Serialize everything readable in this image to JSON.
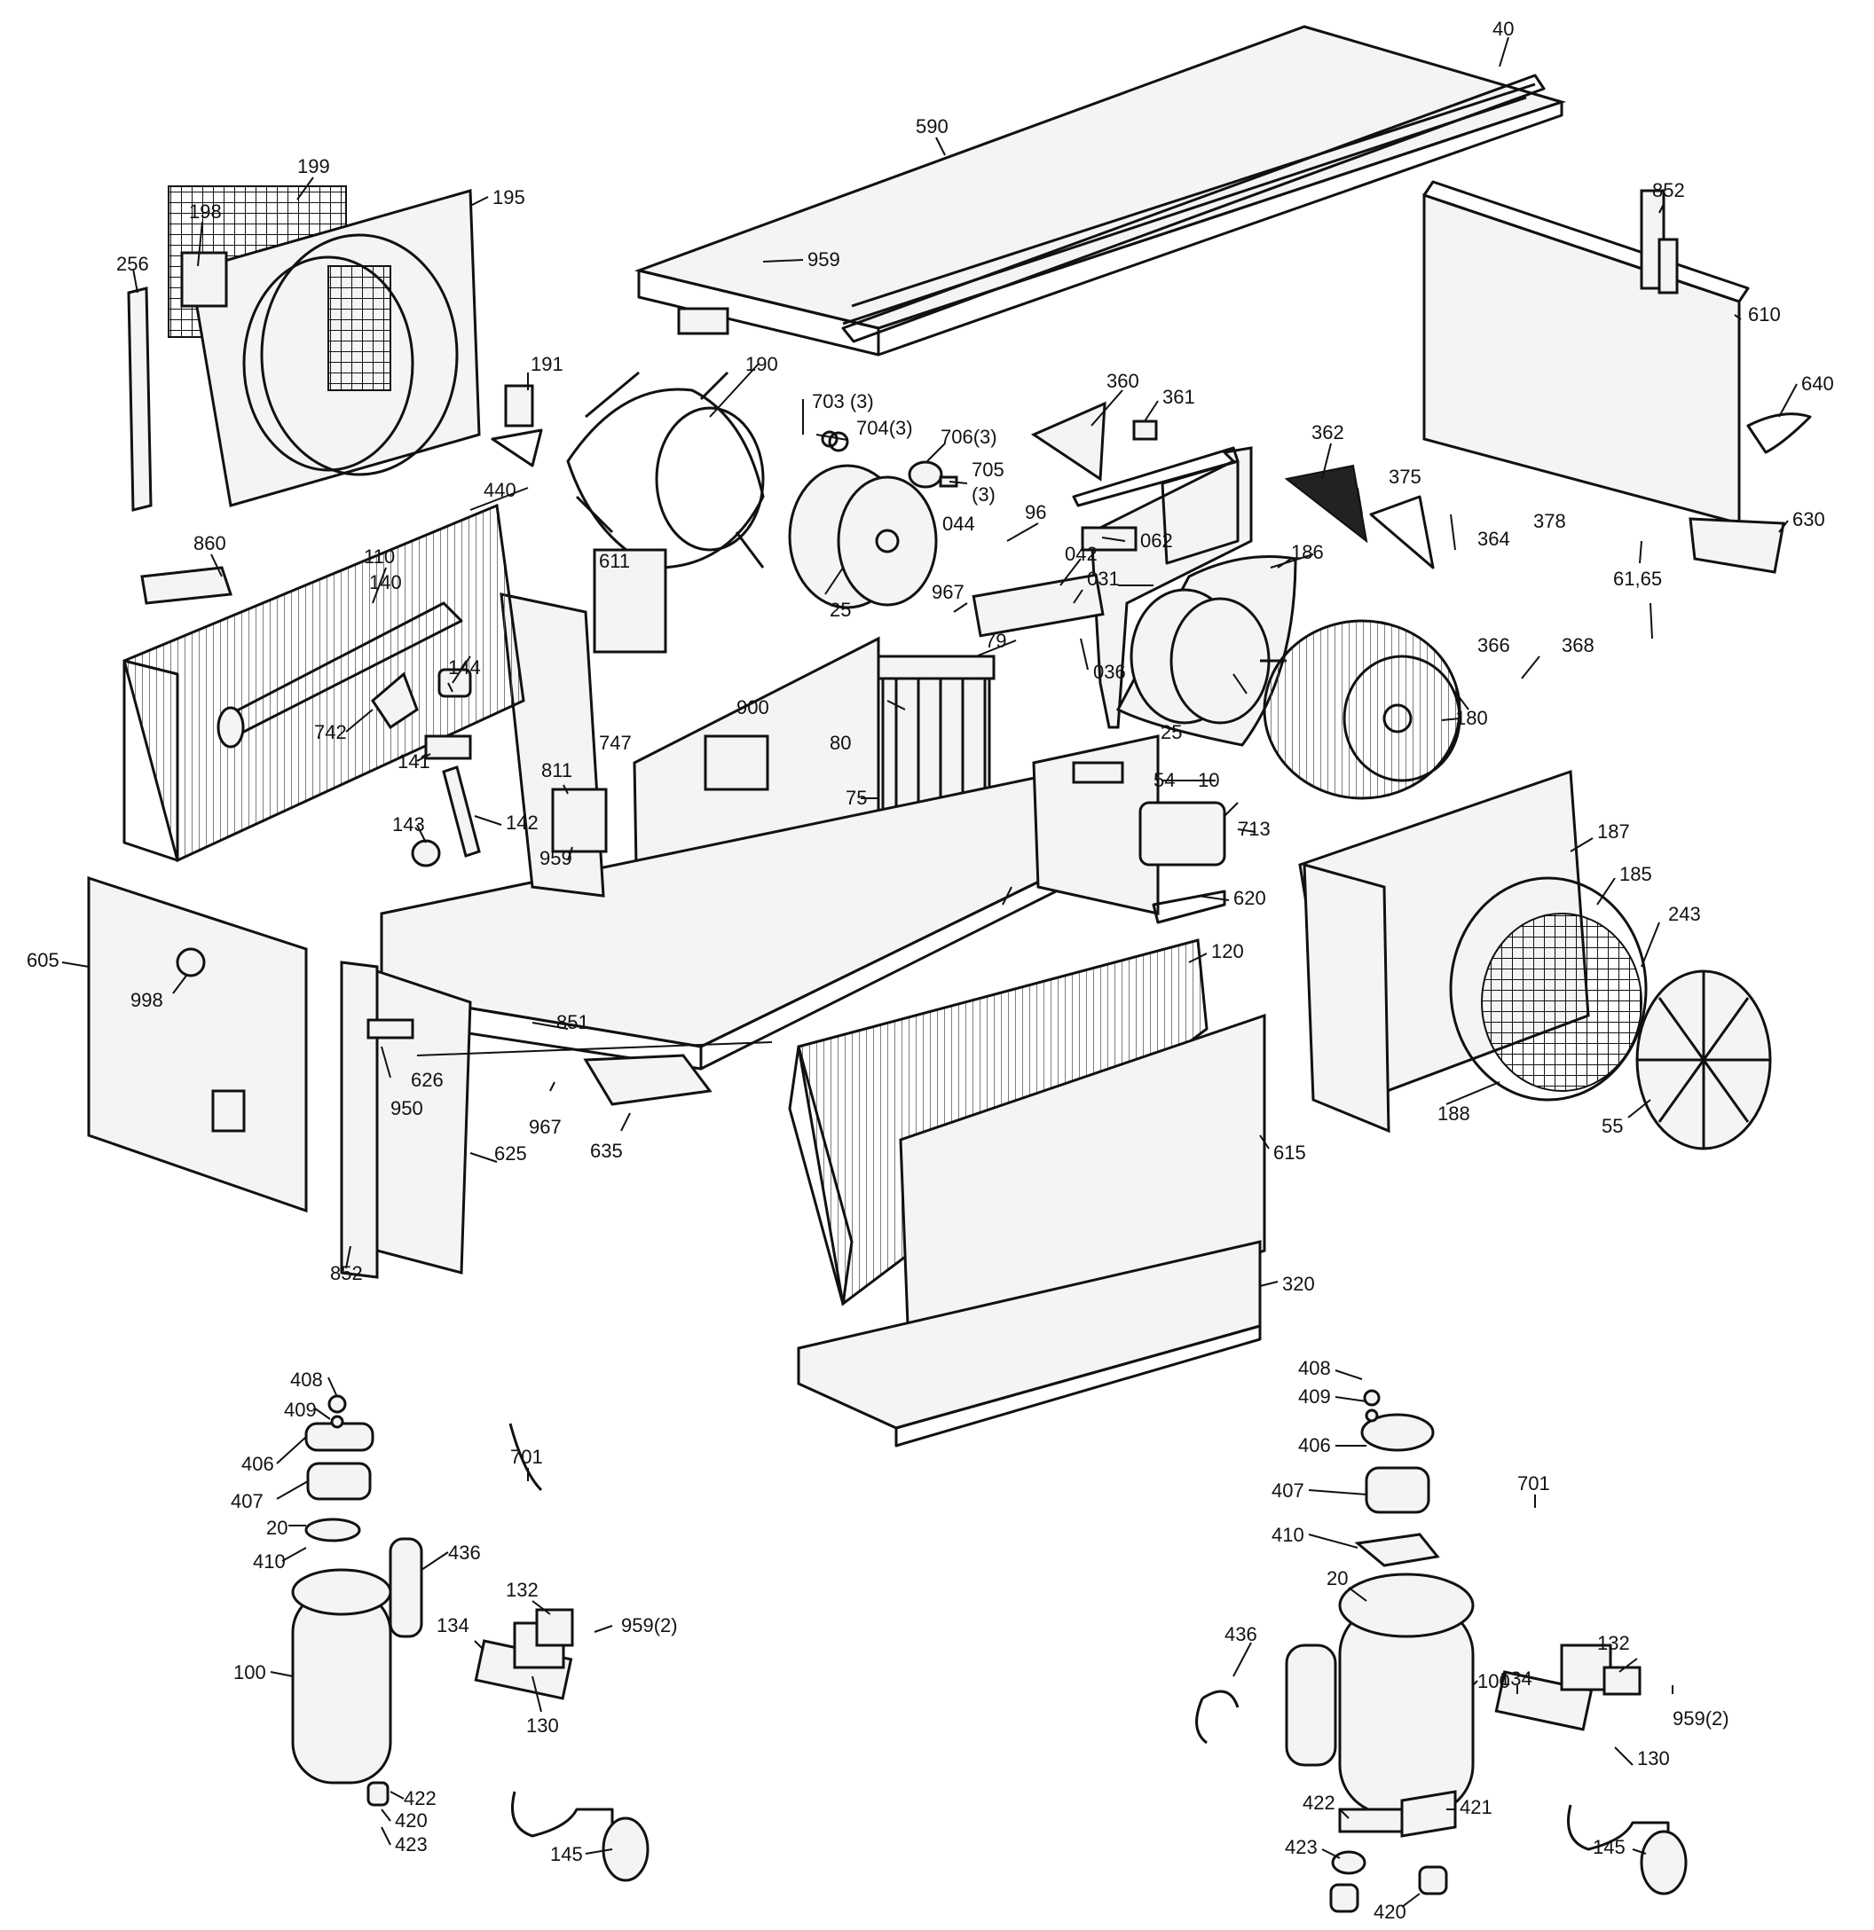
{
  "callouts": [
    {
      "id": "40",
      "text": "40"
    },
    {
      "id": "590",
      "text": "590"
    },
    {
      "id": "959a",
      "text": "959"
    },
    {
      "id": "199",
      "text": "199"
    },
    {
      "id": "198",
      "text": "198"
    },
    {
      "id": "195",
      "text": "195"
    },
    {
      "id": "256",
      "text": "256"
    },
    {
      "id": "191",
      "text": "191"
    },
    {
      "id": "190",
      "text": "190"
    },
    {
      "id": "703",
      "text": "703 (3)"
    },
    {
      "id": "704",
      "text": "704(3)"
    },
    {
      "id": "706",
      "text": "706(3)"
    },
    {
      "id": "705",
      "text": "705"
    },
    {
      "id": "705q",
      "text": "(3)"
    },
    {
      "id": "360",
      "text": "360"
    },
    {
      "id": "361",
      "text": "361"
    },
    {
      "id": "362",
      "text": "362"
    },
    {
      "id": "852a",
      "text": "852"
    },
    {
      "id": "610",
      "text": "610"
    },
    {
      "id": "640",
      "text": "640"
    },
    {
      "id": "630",
      "text": "630"
    },
    {
      "id": "440",
      "text": "440"
    },
    {
      "id": "110",
      "text": "110"
    },
    {
      "id": "860",
      "text": "860"
    },
    {
      "id": "140",
      "text": "140"
    },
    {
      "id": "144",
      "text": "144"
    },
    {
      "id": "742",
      "text": "742"
    },
    {
      "id": "141",
      "text": "141"
    },
    {
      "id": "143",
      "text": "143"
    },
    {
      "id": "142",
      "text": "142"
    },
    {
      "id": "611",
      "text": "611"
    },
    {
      "id": "25a",
      "text": "25"
    },
    {
      "id": "96",
      "text": "96"
    },
    {
      "id": "044",
      "text": "044"
    },
    {
      "id": "062",
      "text": "062"
    },
    {
      "id": "042",
      "text": "042"
    },
    {
      "id": "031",
      "text": "031"
    },
    {
      "id": "036",
      "text": "036"
    },
    {
      "id": "967a",
      "text": "967"
    },
    {
      "id": "79",
      "text": "79"
    },
    {
      "id": "186",
      "text": "186"
    },
    {
      "id": "375",
      "text": "375"
    },
    {
      "id": "364",
      "text": "364"
    },
    {
      "id": "378",
      "text": "378"
    },
    {
      "id": "366",
      "text": "366"
    },
    {
      "id": "368",
      "text": "368"
    },
    {
      "id": "61",
      "text": "61,65"
    },
    {
      "id": "180",
      "text": "180"
    },
    {
      "id": "25b",
      "text": "25"
    },
    {
      "id": "900",
      "text": "900"
    },
    {
      "id": "80",
      "text": "80"
    },
    {
      "id": "747",
      "text": "747"
    },
    {
      "id": "811",
      "text": "811"
    },
    {
      "id": "959b",
      "text": "959"
    },
    {
      "id": "75",
      "text": "75"
    },
    {
      "id": "54",
      "text": "54"
    },
    {
      "id": "10",
      "text": "10"
    },
    {
      "id": "713",
      "text": "713"
    },
    {
      "id": "620",
      "text": "620"
    },
    {
      "id": "187",
      "text": "187"
    },
    {
      "id": "185",
      "text": "185"
    },
    {
      "id": "243",
      "text": "243"
    },
    {
      "id": "605",
      "text": "605"
    },
    {
      "id": "998",
      "text": "998"
    },
    {
      "id": "851",
      "text": "851"
    },
    {
      "id": "120",
      "text": "120"
    },
    {
      "id": "626",
      "text": "626"
    },
    {
      "id": "950",
      "text": "950"
    },
    {
      "id": "967b",
      "text": "967"
    },
    {
      "id": "635",
      "text": "635"
    },
    {
      "id": "625",
      "text": "625"
    },
    {
      "id": "188",
      "text": "188"
    },
    {
      "id": "55",
      "text": "55"
    },
    {
      "id": "615",
      "text": "615"
    },
    {
      "id": "852b",
      "text": "852"
    },
    {
      "id": "320",
      "text": "320"
    },
    {
      "id": "408L",
      "text": "408"
    },
    {
      "id": "409L",
      "text": "409"
    },
    {
      "id": "406L",
      "text": "406"
    },
    {
      "id": "407L",
      "text": "407"
    },
    {
      "id": "20L",
      "text": "20"
    },
    {
      "id": "410L",
      "text": "410"
    },
    {
      "id": "436L",
      "text": "436"
    },
    {
      "id": "701L",
      "text": "701"
    },
    {
      "id": "132L",
      "text": "132"
    },
    {
      "id": "134L",
      "text": "134"
    },
    {
      "id": "959L",
      "text": "959(2)"
    },
    {
      "id": "100L",
      "text": "100"
    },
    {
      "id": "130L",
      "text": "130"
    },
    {
      "id": "422L",
      "text": "422"
    },
    {
      "id": "420L",
      "text": "420"
    },
    {
      "id": "423L",
      "text": "423"
    },
    {
      "id": "145L",
      "text": "145"
    },
    {
      "id": "408R",
      "text": "408"
    },
    {
      "id": "409R",
      "text": "409"
    },
    {
      "id": "406R",
      "text": "406"
    },
    {
      "id": "407R",
      "text": "407"
    },
    {
      "id": "410R",
      "text": "410"
    },
    {
      "id": "701R",
      "text": "701"
    },
    {
      "id": "20R",
      "text": "20"
    },
    {
      "id": "436R",
      "text": "436"
    },
    {
      "id": "132R",
      "text": "132"
    },
    {
      "id": "134R",
      "text": "134"
    },
    {
      "id": "100R",
      "text": "100"
    },
    {
      "id": "959R",
      "text": "959(2)"
    },
    {
      "id": "130R",
      "text": "130"
    },
    {
      "id": "422R",
      "text": "422"
    },
    {
      "id": "421R",
      "text": "421"
    },
    {
      "id": "423R",
      "text": "423"
    },
    {
      "id": "145R",
      "text": "145"
    },
    {
      "id": "420R",
      "text": "420"
    }
  ]
}
